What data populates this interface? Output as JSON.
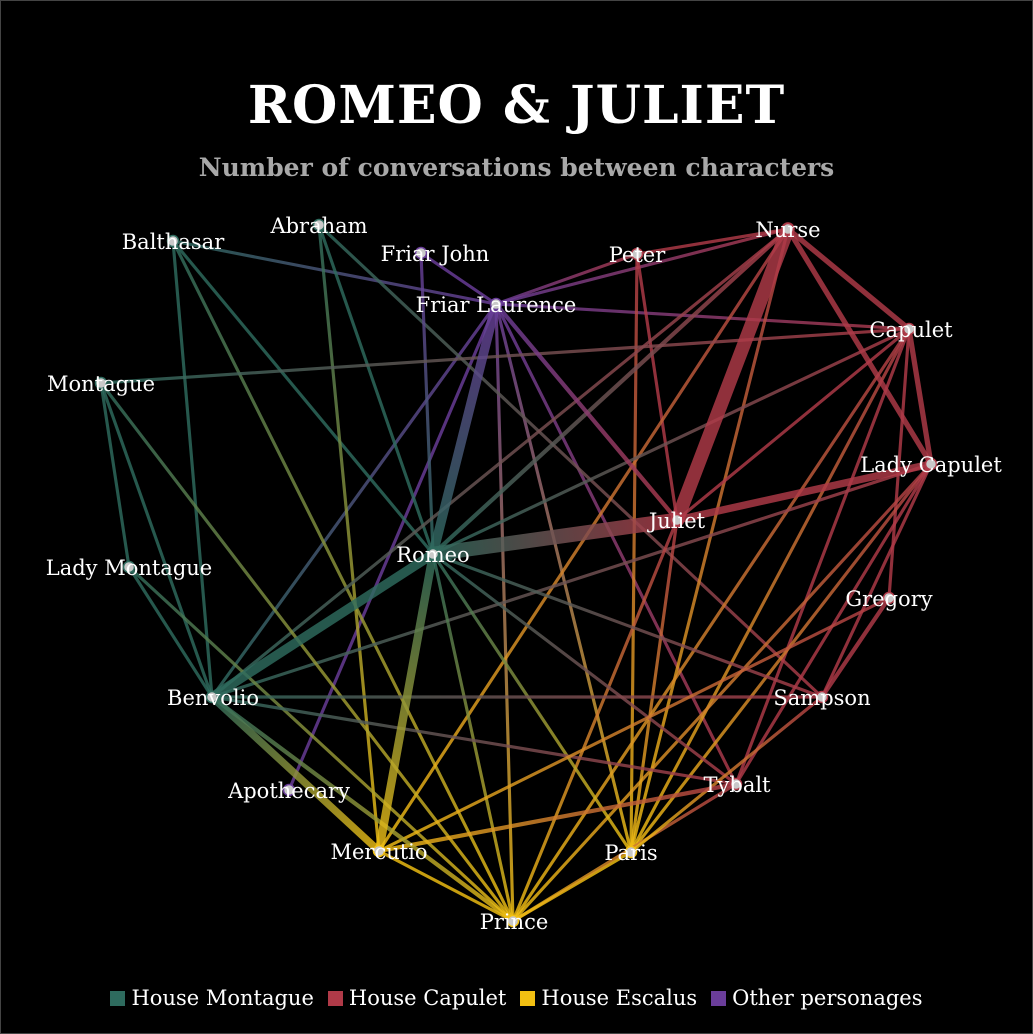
{
  "title": "ROMEO & JULIET",
  "subtitle": "Number of conversations between characters",
  "groups": {
    "montague": {
      "label": "House Montague",
      "color": "#2e6b5e"
    },
    "capulet": {
      "label": "House Capulet",
      "color": "#b03a48"
    },
    "escalus": {
      "label": "House Escalus",
      "color": "#f2c012"
    },
    "other": {
      "label": "Other personages",
      "color": "#6a3d9a"
    }
  },
  "legend": [
    {
      "group": "montague",
      "label": "House Montague"
    },
    {
      "group": "capulet",
      "label": "House Capulet"
    },
    {
      "group": "escalus",
      "label": "House Escalus"
    },
    {
      "group": "other",
      "label": "Other personages"
    }
  ],
  "nodes": [
    {
      "id": "balthasar",
      "label": "Balthasar",
      "group": "montague"
    },
    {
      "id": "abraham",
      "label": "Abraham",
      "group": "montague"
    },
    {
      "id": "friar_john",
      "label": "Friar John",
      "group": "other"
    },
    {
      "id": "friar_laurence",
      "label": "Friar Laurence",
      "group": "other"
    },
    {
      "id": "peter",
      "label": "Peter",
      "group": "capulet"
    },
    {
      "id": "nurse",
      "label": "Nurse",
      "group": "capulet"
    },
    {
      "id": "capulet",
      "label": "Capulet",
      "group": "capulet"
    },
    {
      "id": "montague",
      "label": "Montague",
      "group": "montague"
    },
    {
      "id": "lady_capulet",
      "label": "Lady Capulet",
      "group": "capulet"
    },
    {
      "id": "juliet",
      "label": "Juliet",
      "group": "capulet"
    },
    {
      "id": "romeo",
      "label": "Romeo",
      "group": "montague"
    },
    {
      "id": "lady_montague",
      "label": "Lady Montague",
      "group": "montague"
    },
    {
      "id": "gregory",
      "label": "Gregory",
      "group": "capulet"
    },
    {
      "id": "benvolio",
      "label": "Benvolio",
      "group": "montague"
    },
    {
      "id": "sampson",
      "label": "Sampson",
      "group": "capulet"
    },
    {
      "id": "apothecary",
      "label": "Apothecary",
      "group": "other"
    },
    {
      "id": "tybalt",
      "label": "Tybalt",
      "group": "capulet"
    },
    {
      "id": "mercutio",
      "label": "Mercutio",
      "group": "escalus"
    },
    {
      "id": "paris",
      "label": "Paris",
      "group": "escalus"
    },
    {
      "id": "prince",
      "label": "Prince",
      "group": "escalus"
    }
  ],
  "edges": [
    {
      "source": "romeo",
      "target": "juliet",
      "weight": 14
    },
    {
      "source": "nurse",
      "target": "juliet",
      "weight": 13
    },
    {
      "source": "romeo",
      "target": "friar_laurence",
      "weight": 9
    },
    {
      "source": "romeo",
      "target": "benvolio",
      "weight": 9
    },
    {
      "source": "juliet",
      "target": "lady_capulet",
      "weight": 7
    },
    {
      "source": "romeo",
      "target": "mercutio",
      "weight": 8
    },
    {
      "source": "benvolio",
      "target": "mercutio",
      "weight": 7
    },
    {
      "source": "nurse",
      "target": "capulet",
      "weight": 5
    },
    {
      "source": "nurse",
      "target": "lady_capulet",
      "weight": 5
    },
    {
      "source": "capulet",
      "target": "lady_capulet",
      "weight": 5
    },
    {
      "source": "romeo",
      "target": "nurse",
      "weight": 4
    },
    {
      "source": "juliet",
      "target": "friar_laurence",
      "weight": 4
    },
    {
      "source": "mercutio",
      "target": "tybalt",
      "weight": 4
    },
    {
      "source": "gregory",
      "target": "sampson",
      "weight": 4
    },
    {
      "source": "benvolio",
      "target": "prince",
      "weight": 4
    },
    {
      "source": "friar_laurence",
      "target": "friar_john",
      "weight": 3
    },
    {
      "source": "friar_laurence",
      "target": "capulet",
      "weight": 3
    },
    {
      "source": "friar_laurence",
      "target": "peter",
      "weight": 3
    },
    {
      "source": "friar_laurence",
      "target": "nurse",
      "weight": 3
    },
    {
      "source": "friar_laurence",
      "target": "prince",
      "weight": 3
    },
    {
      "source": "friar_laurence",
      "target": "paris",
      "weight": 3
    },
    {
      "source": "friar_laurence",
      "target": "tybalt",
      "weight": 3
    },
    {
      "source": "friar_laurence",
      "target": "benvolio",
      "weight": 3
    },
    {
      "source": "friar_laurence",
      "target": "apothecary",
      "weight": 3
    },
    {
      "source": "friar_laurence",
      "target": "balthasar",
      "weight": 3
    },
    {
      "source": "balthasar",
      "target": "benvolio",
      "weight": 3
    },
    {
      "source": "balthasar",
      "target": "romeo",
      "weight": 3
    },
    {
      "source": "balthasar",
      "target": "prince",
      "weight": 3
    },
    {
      "source": "abraham",
      "target": "romeo",
      "weight": 3
    },
    {
      "source": "abraham",
      "target": "sampson",
      "weight": 3
    },
    {
      "source": "abraham",
      "target": "mercutio",
      "weight": 3
    },
    {
      "source": "friar_john",
      "target": "romeo",
      "weight": 3
    },
    {
      "source": "peter",
      "target": "juliet",
      "weight": 3
    },
    {
      "source": "peter",
      "target": "nurse",
      "weight": 3
    },
    {
      "source": "peter",
      "target": "paris",
      "weight": 3
    },
    {
      "source": "nurse",
      "target": "benvolio",
      "weight": 3
    },
    {
      "source": "nurse",
      "target": "paris",
      "weight": 3
    },
    {
      "source": "nurse",
      "target": "mercutio",
      "weight": 3
    },
    {
      "source": "capulet",
      "target": "montague",
      "weight": 3
    },
    {
      "source": "capulet",
      "target": "juliet",
      "weight": 3
    },
    {
      "source": "capulet",
      "target": "paris",
      "weight": 3
    },
    {
      "source": "capulet",
      "target": "tybalt",
      "weight": 3
    },
    {
      "source": "capulet",
      "target": "prince",
      "weight": 3
    },
    {
      "source": "capulet",
      "target": "romeo",
      "weight": 3
    },
    {
      "source": "capulet",
      "target": "gregory",
      "weight": 3
    },
    {
      "source": "lady_capulet",
      "target": "paris",
      "weight": 3
    },
    {
      "source": "lady_capulet",
      "target": "prince",
      "weight": 3
    },
    {
      "source": "lady_capulet",
      "target": "tybalt",
      "weight": 3
    },
    {
      "source": "lady_capulet",
      "target": "benvolio",
      "weight": 3
    },
    {
      "source": "lady_capulet",
      "target": "sampson",
      "weight": 3
    },
    {
      "source": "montague",
      "target": "lady_montague",
      "weight": 3
    },
    {
      "source": "montague",
      "target": "benvolio",
      "weight": 3
    },
    {
      "source": "montague",
      "target": "prince",
      "weight": 3
    },
    {
      "source": "lady_montague",
      "target": "benvolio",
      "weight": 3
    },
    {
      "source": "lady_montague",
      "target": "prince",
      "weight": 3
    },
    {
      "source": "juliet",
      "target": "paris",
      "weight": 3
    },
    {
      "source": "juliet",
      "target": "prince",
      "weight": 3
    },
    {
      "source": "romeo",
      "target": "paris",
      "weight": 3
    },
    {
      "source": "romeo",
      "target": "tybalt",
      "weight": 3
    },
    {
      "source": "romeo",
      "target": "prince",
      "weight": 3
    },
    {
      "source": "romeo",
      "target": "sampson",
      "weight": 3
    },
    {
      "source": "benvolio",
      "target": "sampson",
      "weight": 3
    },
    {
      "source": "benvolio",
      "target": "tybalt",
      "weight": 3
    },
    {
      "source": "mercutio",
      "target": "prince",
      "weight": 3
    },
    {
      "source": "paris",
      "target": "prince",
      "weight": 3
    },
    {
      "source": "tybalt",
      "target": "prince",
      "weight": 3
    },
    {
      "source": "sampson",
      "target": "paris",
      "weight": 3
    },
    {
      "source": "gregory",
      "target": "mercutio",
      "weight": 3
    }
  ]
}
